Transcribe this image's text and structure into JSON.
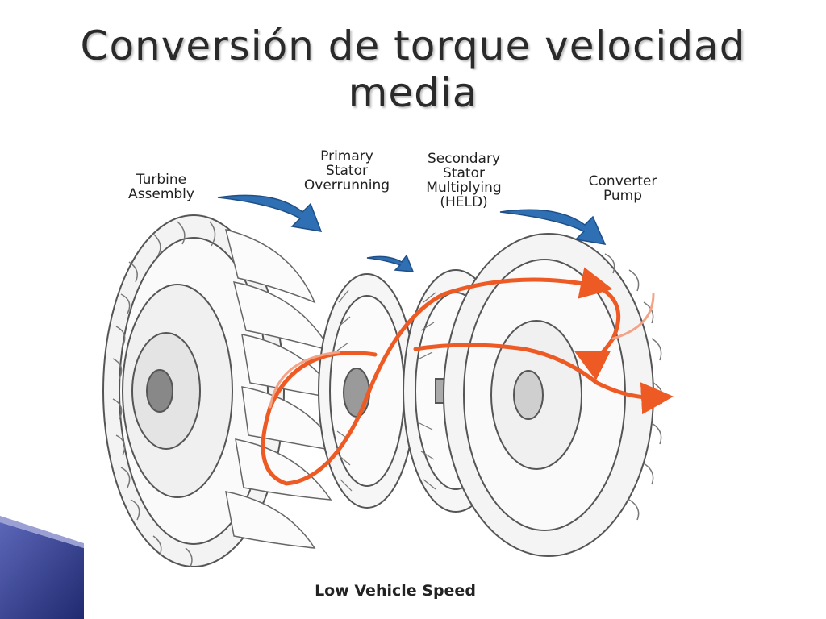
{
  "title": {
    "line1": "Conversión de torque velocidad",
    "line2": "media"
  },
  "labels": {
    "turbine": "Turbine\nAssembly",
    "primary_stator": "Primary\nStator\nOverrunning",
    "secondary_stator": "Secondary\nStator\nMultiplying\n(HELD)",
    "converter_pump": "Converter\nPump",
    "caption": "Low Vehicle Speed"
  },
  "colors": {
    "flow_arrow": "#ee5a24",
    "rotation_arrow": "#2f6fb3",
    "corner_accent": "#3f4aa0"
  }
}
